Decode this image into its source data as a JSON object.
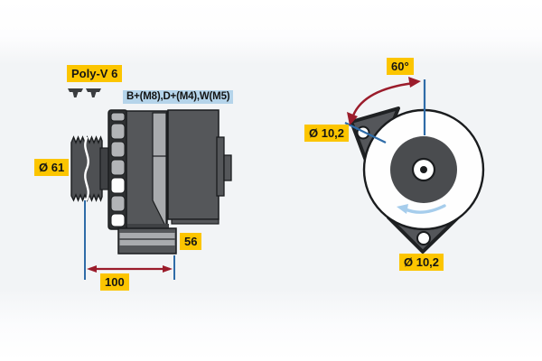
{
  "diagram_type": "alternator-technical-drawing",
  "side_view": {
    "belt_type_label": "Poly-V 6",
    "terminals_label": "B+(M8),D+(M4),W(M5)",
    "pulley_diameter_label": "Ø 61",
    "foot_width_label": "56",
    "mounting_length_label": "100"
  },
  "end_view": {
    "angle_label": "60°",
    "mounting_hole_top_label": "Ø 10,2",
    "mounting_hole_bottom_label": "Ø 10,2"
  },
  "colors": {
    "label_bg_yellow": "#FCC500",
    "terminals_label_bg_blue": "#B5D4EA",
    "body_dark_gray": "#56585B",
    "slot_light_gray": "#A9ABAE",
    "vent_cell_gray": "#B2B4B7",
    "inner_disc_gray": "#4A4C4F",
    "dimension_line_blue": "#2F6CA8",
    "dimension_arrow_red": "#9B1C2B",
    "rotation_arrow_light_blue": "#A6CDEC",
    "outline_black": "#1A1C1E"
  }
}
